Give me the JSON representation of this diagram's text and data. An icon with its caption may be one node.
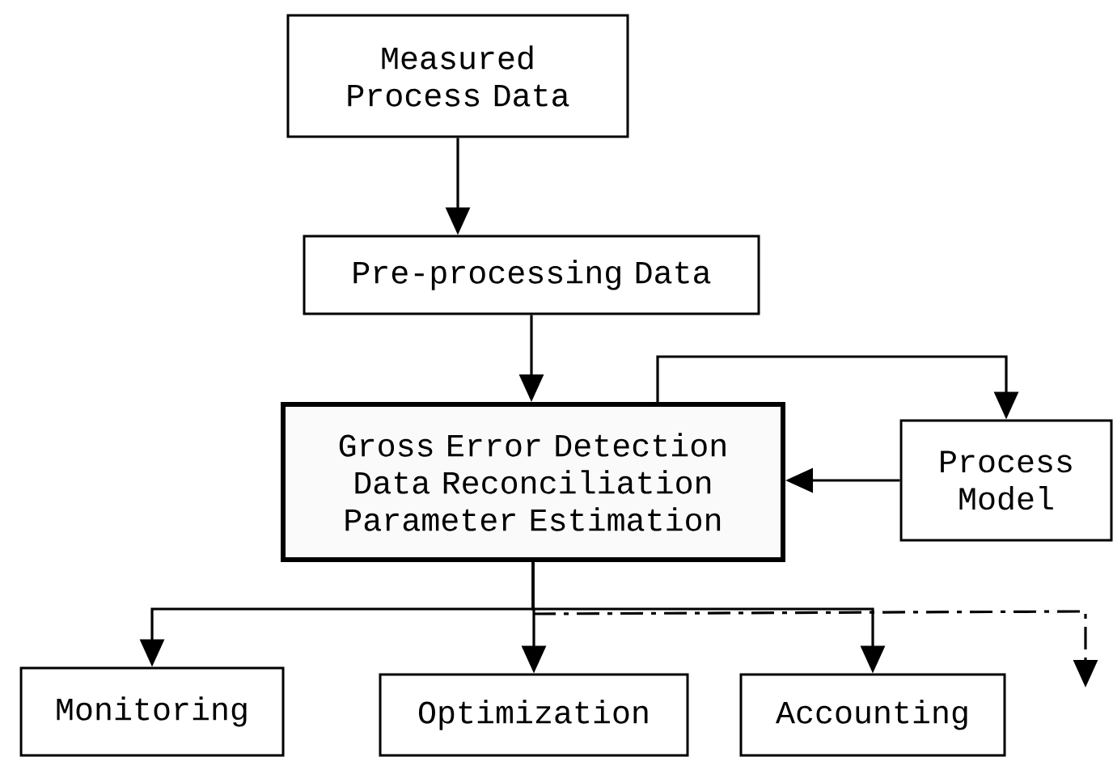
{
  "diagram": {
    "nodes": [
      {
        "text": [
          "Measured Process Data"
        ]
      },
      {
        "text": [
          "Pre-processing Data"
        ]
      },
      {
        "text": [
          "Gross Error Detection",
          "Data Reconciliation",
          "Parameter Estimation"
        ]
      },
      {
        "text": [
          "Process Model"
        ]
      },
      {
        "text": [
          "Monitoring"
        ]
      },
      {
        "text": [
          "Optimization"
        ]
      },
      {
        "text": [
          "Accounting"
        ]
      }
    ],
    "edges": [
      {
        "from": 0,
        "to": 1,
        "arrow": "to"
      },
      {
        "from": 1,
        "to": 2,
        "arrow": "to"
      },
      {
        "from": 2,
        "to": 3,
        "arrow": "to"
      },
      {
        "from": 3,
        "to": 2,
        "arrow": "to"
      },
      {
        "from": 2,
        "to": 4,
        "arrow": "to"
      },
      {
        "from": 2,
        "to": 5,
        "arrow": "to"
      },
      {
        "from": 2,
        "to": 6,
        "arrow": "to"
      },
      {
        "from": 2,
        "to": null,
        "arrow": "to",
        "style": "dashed"
      }
    ]
  }
}
